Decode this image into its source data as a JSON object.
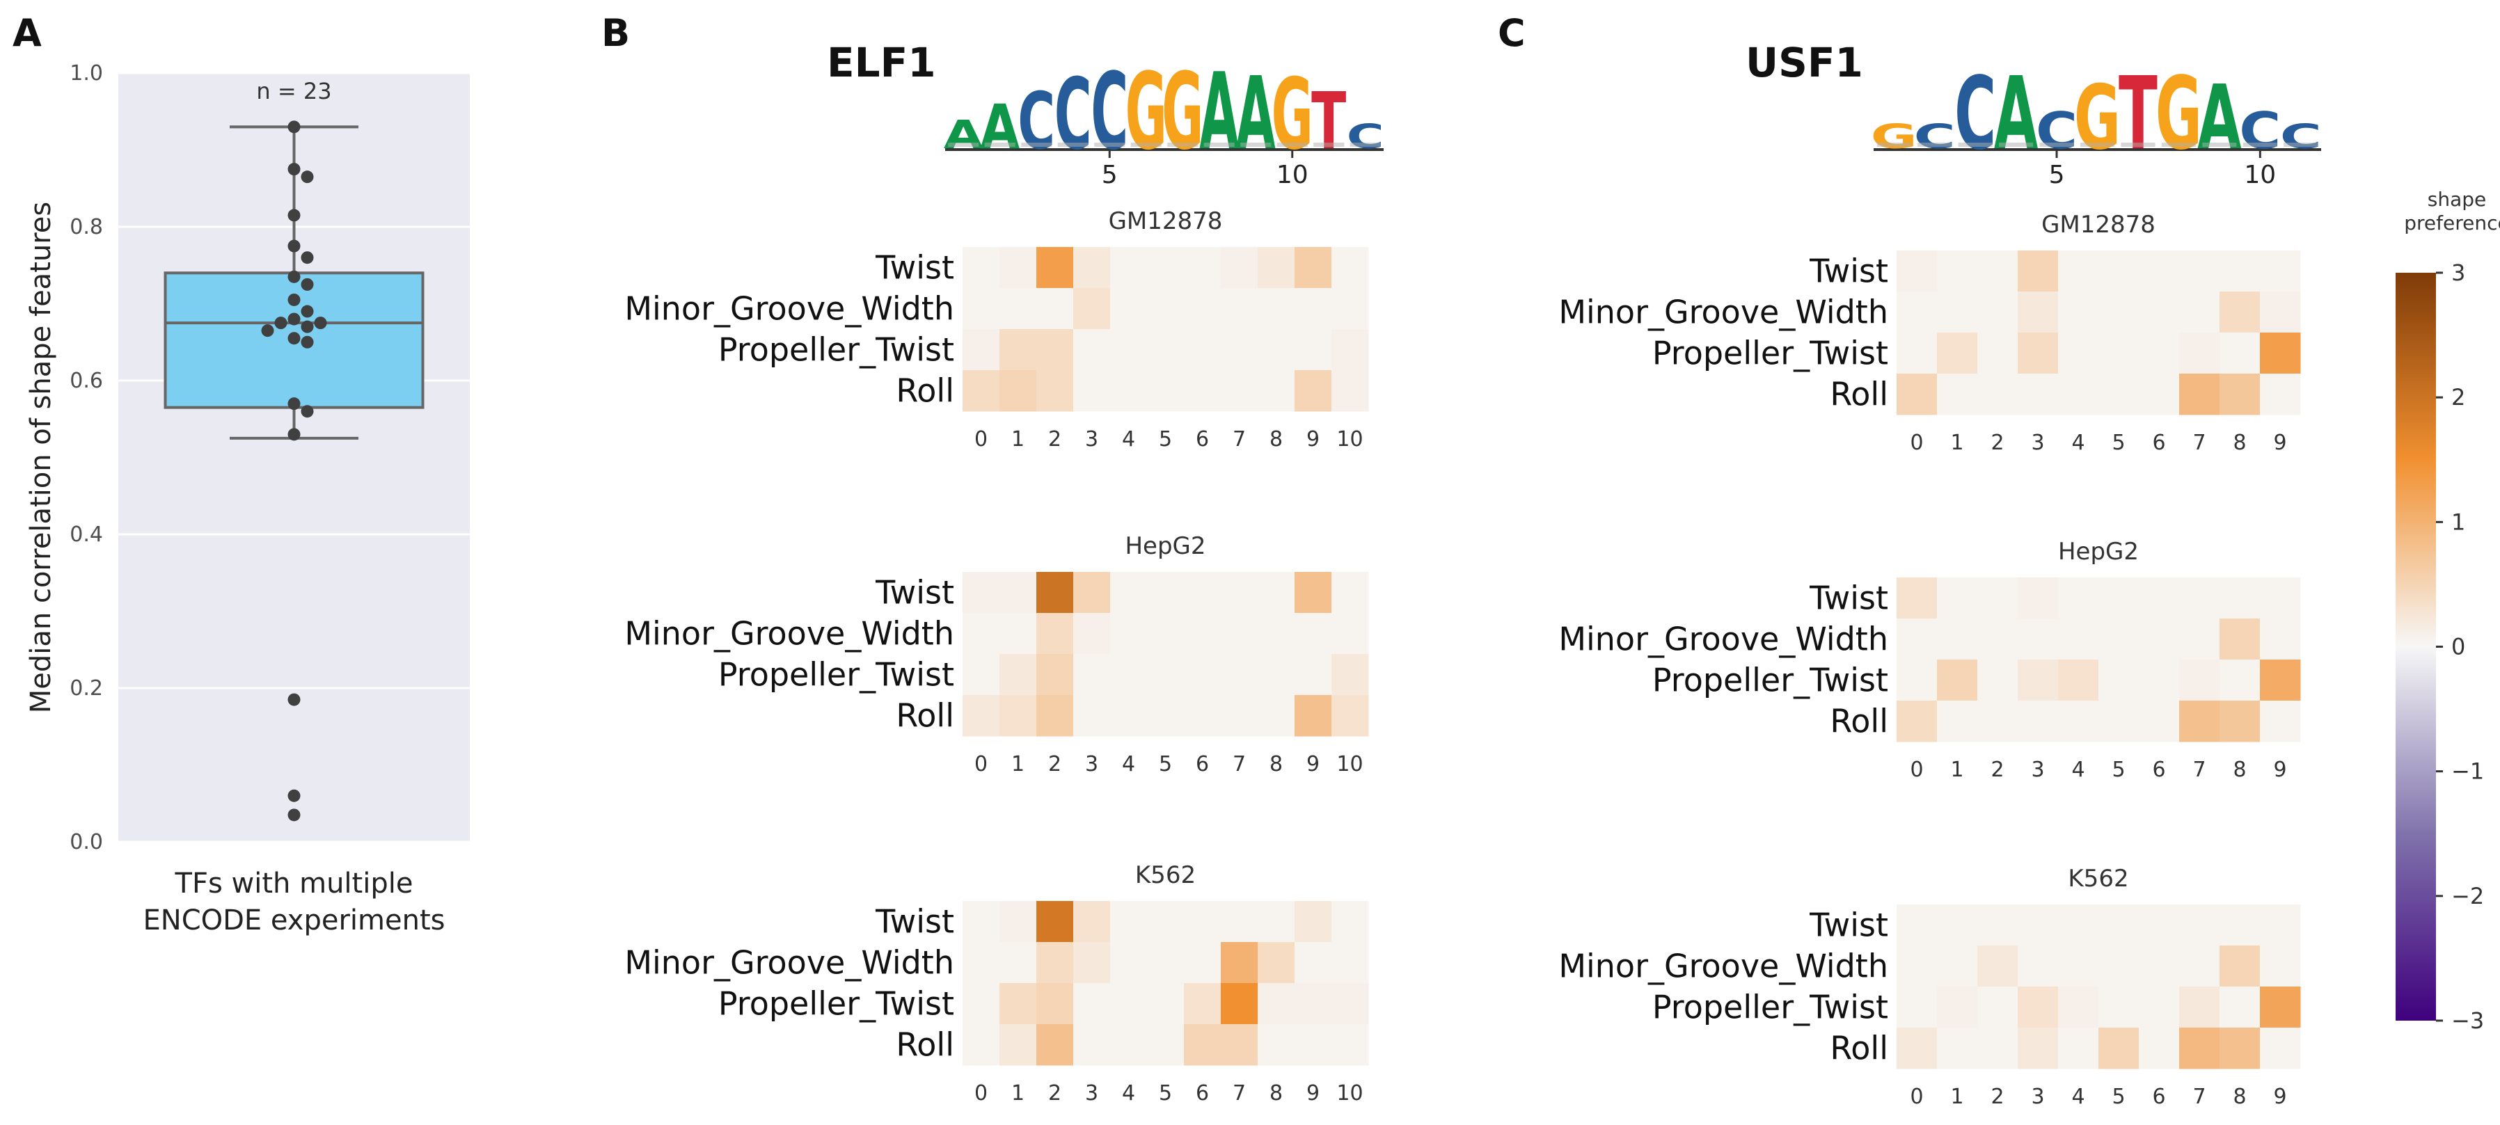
{
  "figure": {
    "panel_letters": [
      "A",
      "B",
      "C"
    ]
  },
  "colors": {
    "box_fill": "#7ccff0",
    "box_edge": "#666666",
    "panel_background": "#eaeaf2",
    "point": "#404040",
    "heat_low": "#3f007d",
    "heat_mid": "#f7f7f7",
    "heat_high": "#7f3b08",
    "logo_A": "#109648",
    "logo_C": "#255c99",
    "logo_G": "#f7a21b",
    "logo_T": "#d62839"
  },
  "chart_data": [
    {
      "id": "A",
      "type": "scatter",
      "subtype": "box-with-swarm",
      "annotation": "n = 23",
      "ylabel": "Median correlation of shape features",
      "xlabel_lines": [
        "TFs with multiple",
        "ENCODE experiments"
      ],
      "ylim": [
        0.0,
        1.0
      ],
      "yticks": [
        "0.0",
        "0.2",
        "0.4",
        "0.6",
        "0.8",
        "1.0"
      ],
      "box": {
        "q1": 0.565,
        "median": 0.675,
        "q3": 0.74,
        "whisker_low": 0.525,
        "whisker_high": 0.93
      },
      "points": [
        0.93,
        0.875,
        0.865,
        0.815,
        0.775,
        0.76,
        0.735,
        0.725,
        0.705,
        0.69,
        0.68,
        0.675,
        0.675,
        0.67,
        0.665,
        0.655,
        0.65,
        0.57,
        0.56,
        0.53,
        0.185,
        0.06,
        0.035
      ]
    },
    {
      "id": "B",
      "type": "heatmap",
      "tf": "ELF1",
      "logo": {
        "letters": [
          "A",
          "A",
          "C",
          "C",
          "C",
          "G",
          "G",
          "A",
          "A",
          "G",
          "T",
          "C"
        ],
        "heights": [
          0.35,
          0.55,
          0.7,
          0.88,
          0.95,
          0.95,
          0.95,
          0.95,
          0.9,
          0.88,
          0.7,
          0.3
        ],
        "ticks": [
          "5",
          "10"
        ]
      },
      "rows": [
        "Twist",
        "Minor_Groove_Width",
        "Propeller_Twist",
        "Roll"
      ],
      "columns": [
        "0",
        "1",
        "2",
        "3",
        "4",
        "5",
        "6",
        "7",
        "8",
        "9",
        "10"
      ],
      "cells": [
        {
          "name": "GM12878",
          "values": [
            [
              0.05,
              0.1,
              1.3,
              0.2,
              0.05,
              0.05,
              0.05,
              0.1,
              0.2,
              0.6,
              0.05
            ],
            [
              0.05,
              0.05,
              0.05,
              0.3,
              0.05,
              0.05,
              0.05,
              0.05,
              0.05,
              0.05,
              0.05
            ],
            [
              0.1,
              0.4,
              0.4,
              0.05,
              0.05,
              0.05,
              0.05,
              0.05,
              0.05,
              0.05,
              0.1
            ],
            [
              0.4,
              0.5,
              0.4,
              0.05,
              0.05,
              0.05,
              0.05,
              0.05,
              0.05,
              0.5,
              0.1
            ]
          ]
        },
        {
          "name": "HepG2",
          "values": [
            [
              0.1,
              0.1,
              2.0,
              0.5,
              0.05,
              0.05,
              0.05,
              0.05,
              0.05,
              0.8,
              0.05
            ],
            [
              0.05,
              0.05,
              0.4,
              0.1,
              0.05,
              0.05,
              0.05,
              0.05,
              0.05,
              0.05,
              0.05
            ],
            [
              0.05,
              0.2,
              0.5,
              0.05,
              0.05,
              0.05,
              0.05,
              0.05,
              0.05,
              0.05,
              0.2
            ],
            [
              0.2,
              0.3,
              0.6,
              0.05,
              0.05,
              0.05,
              0.05,
              0.05,
              0.05,
              0.8,
              0.3
            ]
          ]
        },
        {
          "name": "K562",
          "values": [
            [
              0.05,
              0.1,
              1.9,
              0.3,
              0.05,
              0.05,
              0.05,
              0.05,
              0.05,
              0.2,
              0.05
            ],
            [
              0.05,
              0.05,
              0.4,
              0.2,
              0.05,
              0.05,
              0.05,
              1.0,
              0.4,
              0.05,
              0.05
            ],
            [
              0.05,
              0.4,
              0.5,
              0.05,
              0.05,
              0.05,
              0.3,
              1.5,
              0.1,
              0.1,
              0.1
            ],
            [
              0.05,
              0.2,
              0.8,
              0.05,
              0.05,
              0.05,
              0.5,
              0.5,
              0.05,
              0.05,
              0.05
            ]
          ]
        }
      ]
    },
    {
      "id": "C",
      "type": "heatmap",
      "tf": "USF1",
      "logo": {
        "letters": [
          "G",
          "C",
          "C",
          "A",
          "C",
          "G",
          "T",
          "G",
          "A",
          "C",
          "C"
        ],
        "heights": [
          0.3,
          0.3,
          0.9,
          0.9,
          0.45,
          0.8,
          0.9,
          0.9,
          0.8,
          0.45,
          0.3
        ],
        "ticks": [
          "5",
          "10"
        ]
      },
      "rows": [
        "Twist",
        "Minor_Groove_Width",
        "Propeller_Twist",
        "Roll"
      ],
      "columns": [
        "0",
        "1",
        "2",
        "3",
        "4",
        "5",
        "6",
        "7",
        "8",
        "9"
      ],
      "cells": [
        {
          "name": "GM12878",
          "values": [
            [
              0.1,
              0.05,
              0.05,
              0.5,
              0.05,
              0.05,
              0.05,
              0.05,
              0.05,
              0.05
            ],
            [
              0.05,
              0.05,
              0.05,
              0.2,
              0.05,
              0.05,
              0.05,
              0.05,
              0.4,
              0.1
            ],
            [
              0.05,
              0.3,
              0.05,
              0.4,
              0.05,
              0.05,
              0.05,
              0.1,
              0.05,
              1.3
            ],
            [
              0.5,
              0.05,
              0.05,
              0.05,
              0.05,
              0.05,
              0.05,
              0.9,
              0.7,
              0.05
            ]
          ]
        },
        {
          "name": "HepG2",
          "values": [
            [
              0.3,
              0.05,
              0.05,
              0.1,
              0.05,
              0.05,
              0.05,
              0.05,
              0.05,
              0.05
            ],
            [
              0.05,
              0.05,
              0.05,
              0.05,
              0.05,
              0.05,
              0.05,
              0.05,
              0.5,
              0.05
            ],
            [
              0.05,
              0.5,
              0.05,
              0.2,
              0.3,
              0.05,
              0.05,
              0.1,
              0.05,
              1.1
            ],
            [
              0.4,
              0.05,
              0.05,
              0.05,
              0.05,
              0.05,
              0.05,
              0.8,
              0.7,
              0.05
            ]
          ]
        },
        {
          "name": "K562",
          "values": [
            [
              0.05,
              0.05,
              0.05,
              0.05,
              0.05,
              0.05,
              0.05,
              0.05,
              0.05,
              0.05
            ],
            [
              0.05,
              0.05,
              0.2,
              0.05,
              0.05,
              0.05,
              0.05,
              0.05,
              0.5,
              0.05
            ],
            [
              0.05,
              0.1,
              0.05,
              0.3,
              0.1,
              0.05,
              0.05,
              0.2,
              0.05,
              1.2
            ],
            [
              0.2,
              0.05,
              0.05,
              0.2,
              0.05,
              0.5,
              0.05,
              0.9,
              0.8,
              0.05
            ]
          ]
        }
      ]
    },
    {
      "id": "colorbar",
      "type": "heatmap",
      "subtype": "colorbar",
      "label_lines": [
        "shape",
        "preference"
      ],
      "range": [
        -3,
        3
      ],
      "ticks": [
        "3",
        "2",
        "1",
        "0",
        "−1",
        "−2",
        "−3"
      ]
    }
  ]
}
